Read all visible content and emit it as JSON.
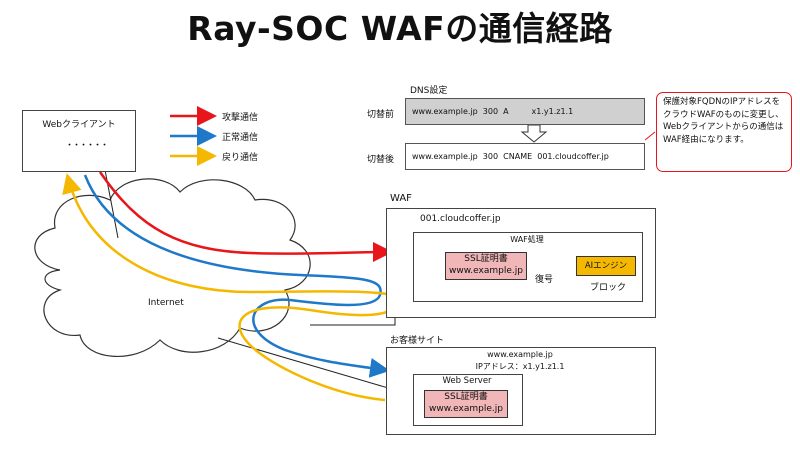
{
  "title": "Ray-SOC WAFの通信経路",
  "client": {
    "label": "Webクライアント",
    "dots": "・・・・・・"
  },
  "legend": [
    {
      "label": "攻撃通信",
      "color": "#e8161b"
    },
    {
      "label": "正常通信",
      "color": "#1f78c8"
    },
    {
      "label": "戻り通信",
      "color": "#f5b800"
    }
  ],
  "dns": {
    "title": "DNS設定",
    "before_label": "切替前",
    "before_record": "www.example.jp  300  A         x1.y1.z1.1",
    "after_label": "切替後",
    "after_record": "www.example.jp  300  CNAME  001.cloudcoffer.jp"
  },
  "note": "保護対象FQDNのIPアドレスをクラウドWAFのものに変更し、Webクライアントからの通信はWAF経由になります。",
  "waf": {
    "title": "WAF",
    "host": "001.cloudcoffer.jp",
    "process_title": "WAF処理",
    "ssl_cert": "SSL証明書\nwww.example.jp",
    "decrypt": "復号",
    "ai_engine": "AIエンジン",
    "block": "ブロック"
  },
  "internet": "Internet",
  "site": {
    "title": "お客様サイト",
    "domain": "www.example.jp",
    "ip": "IPアドレス：x1.y1.z1.1",
    "server": "Web Server",
    "ssl_cert": "SSL証明書\nwww.example.jp"
  }
}
